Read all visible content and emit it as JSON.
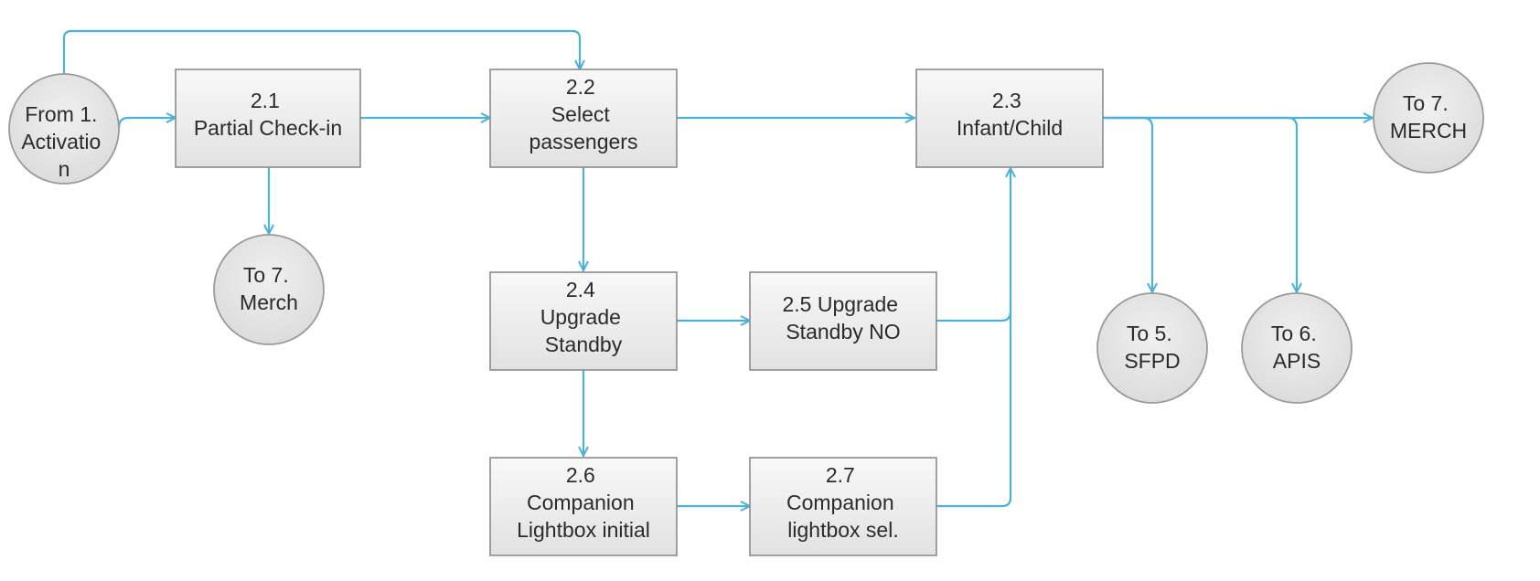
{
  "colors": {
    "edge": "#4db0d9",
    "box_fill_top": "#f7f7f7",
    "box_fill_bottom": "#e3e3e3",
    "box_border": "#8a8a8a",
    "circle_fill": "#e6e6e6",
    "circle_border": "#9a9a9a",
    "text": "#2b2b2b"
  },
  "nodes": {
    "from_activation": {
      "lines": [
        "From 1.",
        "Activatio",
        "n"
      ]
    },
    "n21": {
      "lines": [
        "2.1",
        "Partial Check-in"
      ]
    },
    "n22": {
      "lines": [
        "2.2",
        "Select",
        "passengers"
      ]
    },
    "n23": {
      "lines": [
        "2.3",
        "Infant/Child"
      ]
    },
    "n24": {
      "lines": [
        "2.4",
        "Upgrade",
        "Standby"
      ]
    },
    "n25": {
      "lines": [
        "2.5 Upgrade",
        "Standby NO"
      ]
    },
    "n26": {
      "lines": [
        "2.6",
        "Companion",
        "Lightbox initial"
      ]
    },
    "n27": {
      "lines": [
        "2.7",
        "Companion",
        "lightbox sel."
      ]
    },
    "to_merch_small": {
      "lines": [
        "To 7.",
        "Merch"
      ]
    },
    "to_merch_caps": {
      "lines": [
        "To 7.",
        "MERCH"
      ]
    },
    "to_sfpd": {
      "lines": [
        "To 5.",
        "SFPD"
      ]
    },
    "to_apis": {
      "lines": [
        "To 6.",
        "APIS"
      ]
    }
  }
}
